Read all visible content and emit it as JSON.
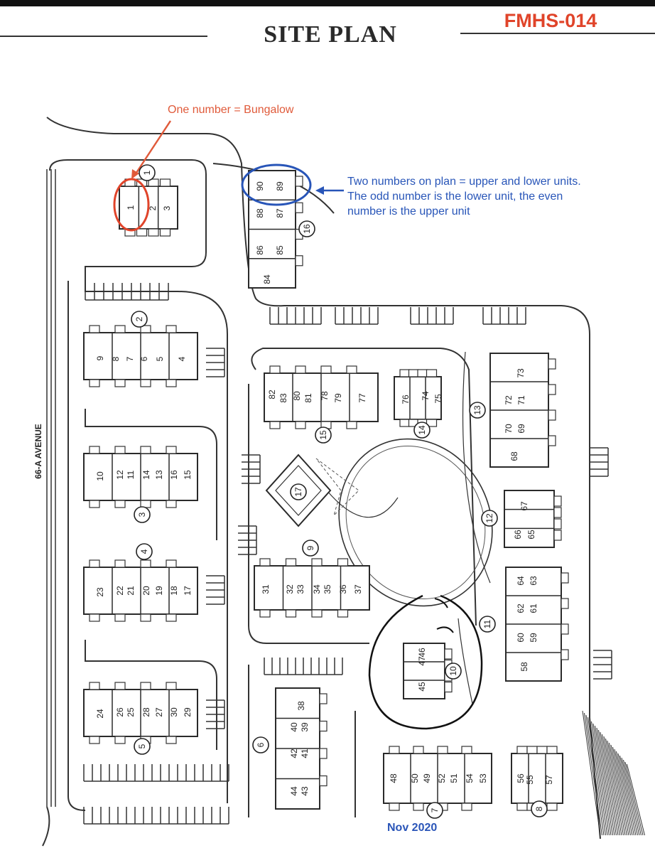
{
  "title": "SITE PLAN",
  "code": "FMHS-014",
  "street_label": "66-A AVENUE",
  "date": "Nov 2020",
  "annotations": {
    "bungalow_note": "One number = Bungalow",
    "units_note_lines": [
      "Two numbers on plan = upper and lower units.",
      "The odd number is the lower unit, the even",
      "number is the upper unit"
    ],
    "annotation_colors": {
      "orange": "#e05a3a",
      "blue": "#2855b8",
      "red_code": "#e0442a"
    }
  },
  "buildings": [
    {
      "number": "1",
      "units": [
        "1",
        "2",
        "3"
      ]
    },
    {
      "number": "2",
      "units": [
        "9",
        "8",
        "7",
        "6",
        "5",
        "4"
      ]
    },
    {
      "number": "3",
      "units": [
        "10",
        "12",
        "11",
        "14",
        "13",
        "16",
        "15"
      ]
    },
    {
      "number": "4",
      "units": [
        "23",
        "22",
        "21",
        "20",
        "19",
        "18",
        "17"
      ]
    },
    {
      "number": "5",
      "units": [
        "24",
        "26",
        "25",
        "28",
        "27",
        "30",
        "29"
      ]
    },
    {
      "number": "6",
      "units": [
        "38",
        "40",
        "39",
        "42",
        "41",
        "44",
        "43"
      ]
    },
    {
      "number": "7",
      "units": [
        "48",
        "50",
        "49",
        "52",
        "51",
        "54",
        "53"
      ]
    },
    {
      "number": "8",
      "units": [
        "56",
        "55",
        "57"
      ]
    },
    {
      "number": "9",
      "units": [
        "31",
        "32",
        "33",
        "34",
        "35",
        "36",
        "37"
      ]
    },
    {
      "number": "10",
      "units": [
        "46",
        "47",
        "45"
      ]
    },
    {
      "number": "11",
      "units": [
        "64",
        "63",
        "62",
        "61",
        "60",
        "59",
        "58"
      ]
    },
    {
      "number": "12",
      "units": [
        "67",
        "66",
        "65"
      ]
    },
    {
      "number": "13",
      "units": [
        "73",
        "72",
        "71",
        "70",
        "69",
        "68"
      ]
    },
    {
      "number": "14",
      "units": [
        "76",
        "74",
        "75"
      ]
    },
    {
      "number": "15",
      "units": [
        "82",
        "83",
        "80",
        "81",
        "78",
        "79",
        "77"
      ]
    },
    {
      "number": "16",
      "units": [
        "90",
        "89",
        "88",
        "87",
        "86",
        "85",
        "84"
      ]
    },
    {
      "number": "17",
      "units": []
    }
  ]
}
